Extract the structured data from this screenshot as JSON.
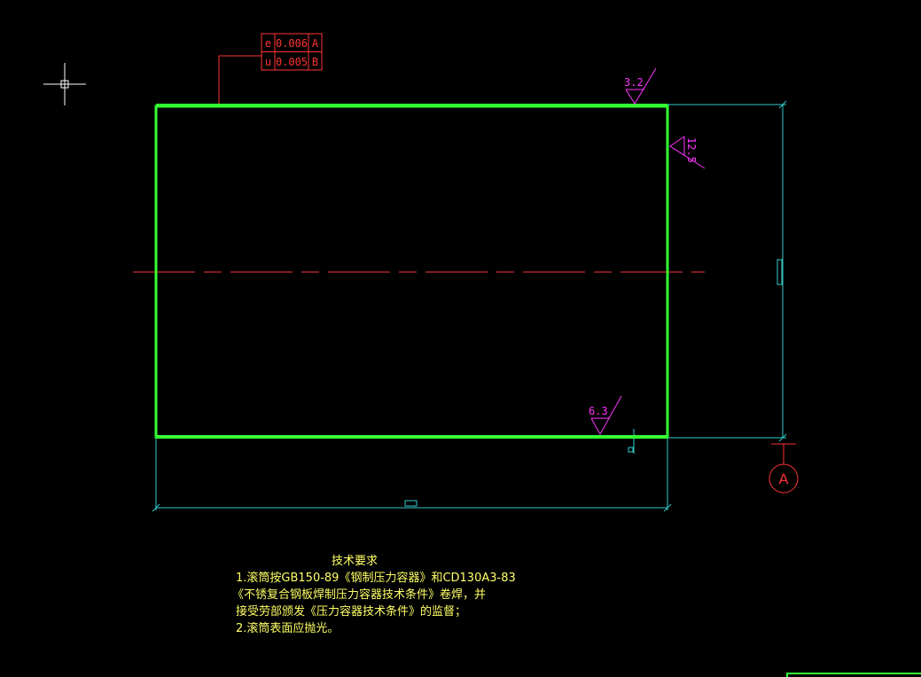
{
  "colors": {
    "background": "#000000",
    "outline": "#33ff33",
    "dimension": "#33cccc",
    "centerline": "#ff3333",
    "tolerance": "#ff3333",
    "roughness": "#ff33ff",
    "text": "#ffff66",
    "crosshair": "#ffffff"
  },
  "tolerance_frame": {
    "rows": [
      {
        "symbol": "e",
        "value": "0.006",
        "datum": "A"
      },
      {
        "symbol": "u",
        "value": "0.005",
        "datum": "B"
      }
    ]
  },
  "roughness": {
    "top": "3.2",
    "right": "12.5",
    "bottom": "6.3"
  },
  "datum_label": "A",
  "tech_requirements": {
    "title": "技术要求",
    "line1": "1.滚筒按GB150-89《钢制压力容器》和CD130A3-83",
    "line2": "《不锈复合钢板焊制压力容器技术条件》卷焊，并",
    "line3": "接受劳部颁发《压力容器技术条件》的监督；",
    "line4": "2.滚筒表面应抛光。"
  }
}
